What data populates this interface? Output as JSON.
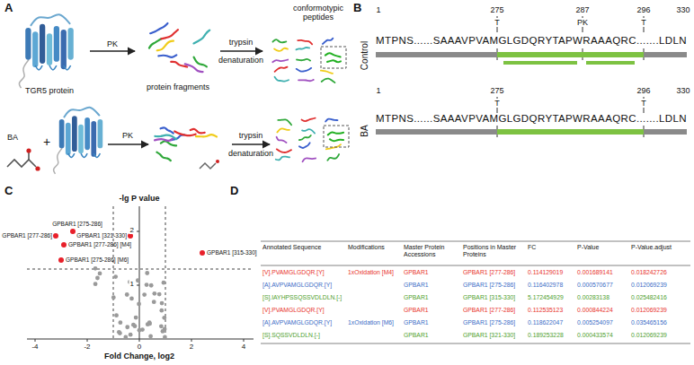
{
  "diagram": {
    "labels": [
      "A",
      "TGR5 protein",
      "PK",
      "protein fragments",
      "trypsin",
      "denaturation",
      "conformotypic peptides",
      "BA",
      "+",
      "PK",
      "trypsin",
      "denaturation",
      "B",
      "Control",
      "1",
      "275",
      "287",
      "296",
      "330",
      "T",
      "PK",
      "T",
      "MTPNS......SAAAVPVAMGLGDQRYTAPWRAAAQRC.......LDLN",
      "BA",
      "1",
      "275",
      "296",
      "330",
      "T",
      "T",
      "MTPNS......SAAAVPVAMGLGDQRYTAPWRAAAQRC.......LDLN",
      "C",
      "-lg P value",
      "2",
      "1",
      "-4",
      "-2",
      "0",
      "2",
      "4",
      "Fold Change, log2",
      "GPBAR1 [275-286]",
      "GPBAR1 [277-286]",
      "GPBAR1 [321-330]",
      "GPBAR1 [277-286] [M4]",
      "GPBAR1 [275-286] [M6]",
      "GPBAR1 [315-330]",
      "D",
      "Annotated Sequence",
      "Modifications",
      "Master Protein Accessions",
      "Positions in Master Proteins",
      "FC",
      "P-Value",
      "P-Value.adjust",
      "[V].PVAMGLGDQR.[Y]",
      "1xOxidation [M4]",
      "GPBAR1",
      "GPBAR1 [277-286]",
      "0.114129019",
      "0.001689141",
      "0.018242726",
      "[A].AVPVAMGLGDQR.[Y]",
      "GPBAR1",
      "GPBAR1 [275-286]",
      "0.116402978",
      "0.000570677",
      "0.012069239",
      "[S].IAYHPSSQSSVDLDLN.[-]",
      "GPBAR1",
      "GPBAR1 [315-330]",
      "5.172454929",
      "0.00283138",
      "0.025482416",
      "[V].PVAMGLGDQR.[Y]",
      "GPBAR1",
      "GPBAR1 [277-286]",
      "0.112535123",
      "0.000844224",
      "0.012069239",
      "[A].AVPVAMGLGDQR.[Y]",
      "1xOxidation [M6]",
      "GPBAR1",
      "GPBAR1 [275-286]",
      "0.118622047",
      "0.005254097",
      "0.035465156",
      "[S].SQSSVDLDLN.[-]",
      "GPBAR1",
      "GPBAR1 [321-330]",
      "0.189253228",
      "0.000433574",
      "0.012069239"
    ]
  }
}
